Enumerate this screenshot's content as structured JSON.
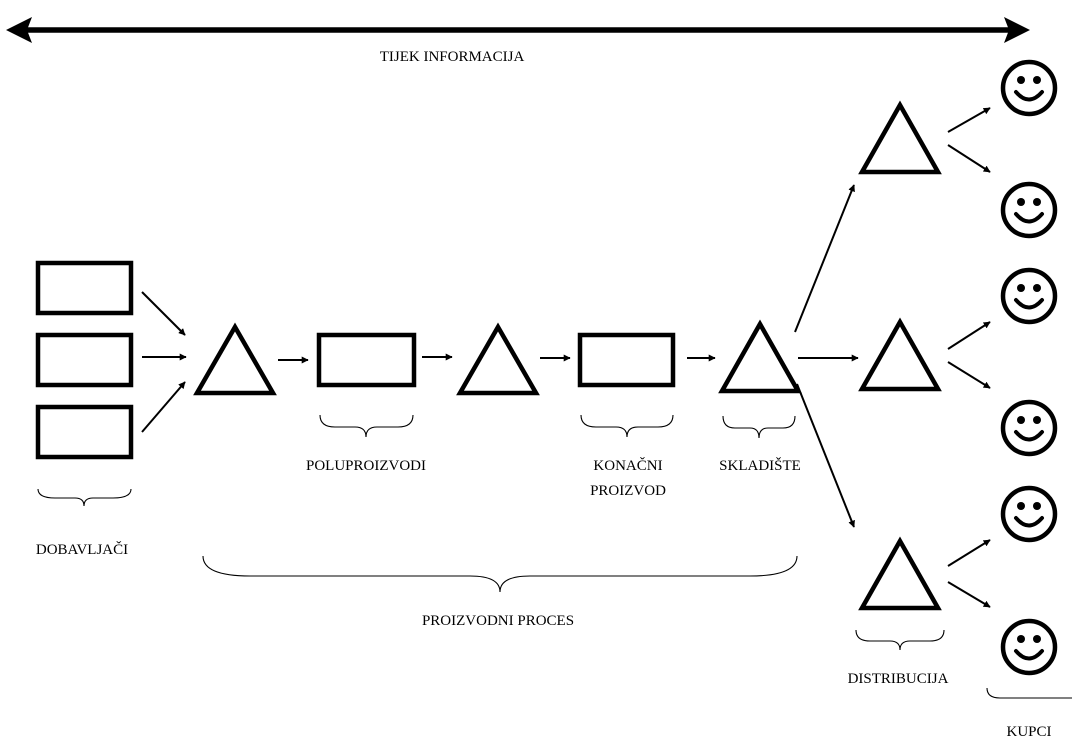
{
  "labels": {
    "information_flow": "TIJEK INFORMACIJA",
    "suppliers": "DOBAVLJAČI",
    "semi_products": "POLUPROIZVODI",
    "final_product_line1": "KONAČNI",
    "final_product_line2": "PROIZVOD",
    "warehouse": "SKLADIŠTE",
    "production_process": "PROIZVODNI PROCES",
    "distribution": "DISTRIBUCIJA",
    "customers": "KUPCI"
  },
  "icons": {
    "supplier": "rectangle",
    "stock_point": "triangle",
    "product": "rectangle",
    "customer": "smiley-face"
  },
  "colors": {
    "ink": "#000000",
    "background": "#ffffff"
  }
}
